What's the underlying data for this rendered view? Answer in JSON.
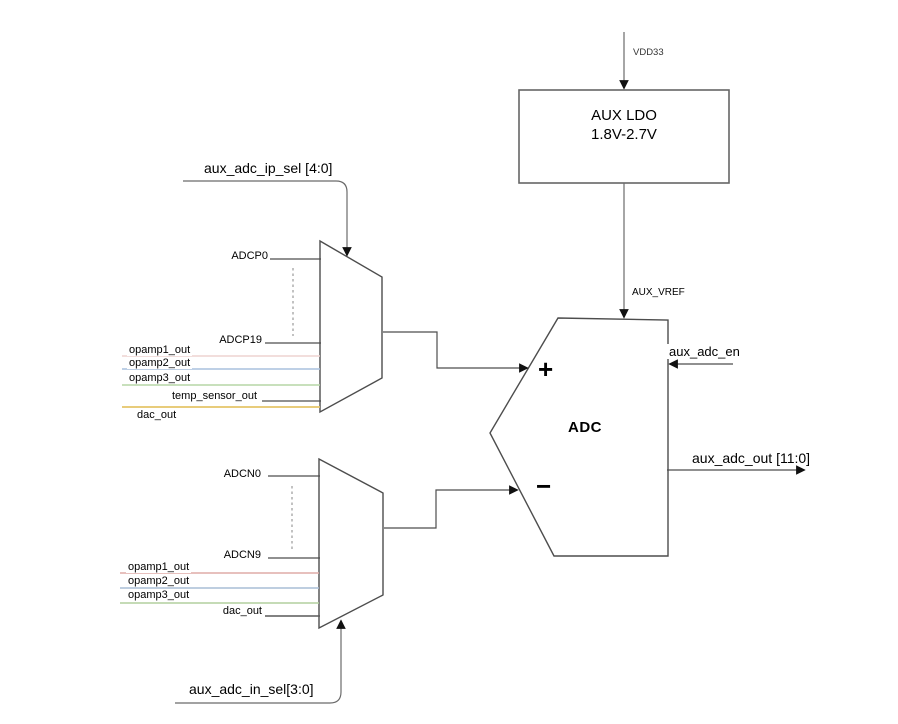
{
  "power": {
    "vdd": "VDD33",
    "ldo_line1": "AUX LDO",
    "ldo_line2": "1.8V-2.7V",
    "vref": "AUX_VREF"
  },
  "adc": {
    "name": "ADC",
    "plus_sign": "+",
    "minus_sign": "−",
    "enable": "aux_adc_en",
    "output": "aux_adc_out [11:0]"
  },
  "mux_top": {
    "select": "aux_adc_ip_sel [4:0]",
    "in_first": "ADCP0",
    "in_last": "ADCP19",
    "opamp1": "opamp1_out",
    "opamp2": "opamp2_out",
    "opamp3": "opamp3_out",
    "temp": "temp_sensor_out",
    "dac": "dac_out"
  },
  "mux_bottom": {
    "select": "aux_adc_in_sel[3:0]",
    "in_first": "ADCN0",
    "in_last": "ADCN9",
    "opamp1": "opamp1_out",
    "opamp2": "opamp2_out",
    "opamp3": "opamp3_out",
    "dac": "dac_out"
  },
  "wire_colors": {
    "top_opamp1": "#eed3d1",
    "top_opamp2": "#a9c0dd",
    "top_opamp3": "#b6d5a6",
    "top_dac": "#e5c468",
    "bottom_opamp1": "#dfaca7",
    "bottom_opamp2": "#a9bdd6",
    "bottom_opamp3": "#b2cf9e",
    "bottom_dac": "#595959",
    "plain_wire": "#4d4d4d",
    "connector": "#6b6b6b",
    "outline": "#4d4d4d",
    "box_border": "#666666",
    "arrowhead": "#111111"
  }
}
